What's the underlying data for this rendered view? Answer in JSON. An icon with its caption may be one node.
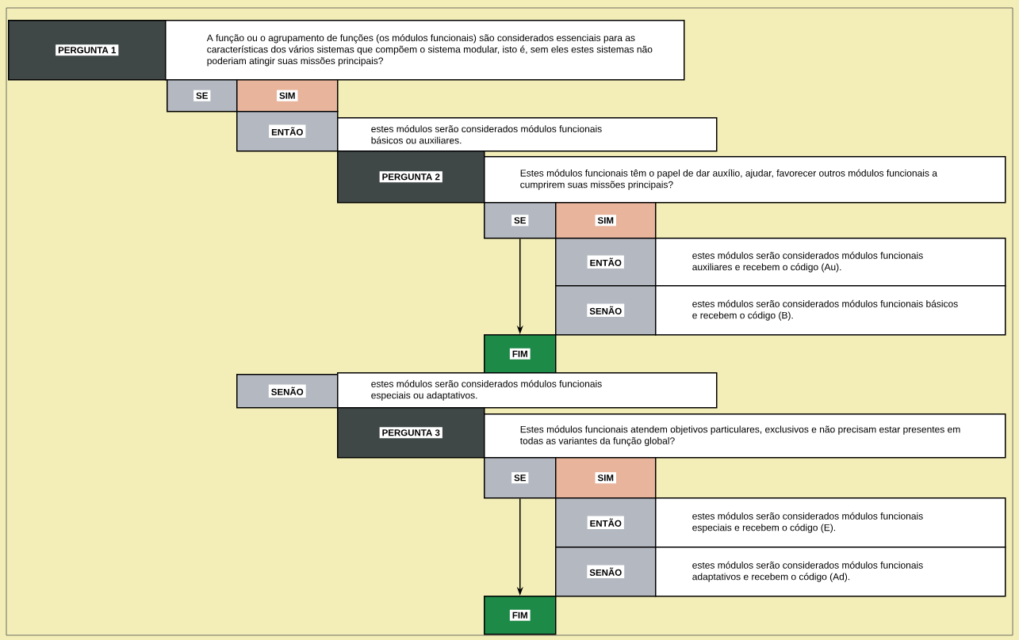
{
  "diagram": {
    "nodes": [
      {
        "text": [
          "PERGUNTA 1"
        ]
      },
      {
        "text": [
          "A função ou o agrupamento de funções (os módulos funcionais) são considerados essenciais para as características dos vários sistemas que compõem o sistema modular, isto é, sem eles estes sistemas não poderiam atingir suas missões principais?"
        ]
      },
      {
        "text": [
          "SE"
        ]
      },
      {
        "text": [
          "SIM"
        ]
      },
      {
        "text": [
          "ENTÃO"
        ]
      },
      {
        "text": [
          "estes módulos serão considerados módulos funcionais básicos ou auxiliares."
        ]
      },
      {
        "text": [
          "PERGUNTA 2"
        ]
      },
      {
        "text": [
          "Estes módulos funcionais têm o papel de dar auxílio, ajudar, favorecer outros módulos funcionais a cumprirem suas missões principais?"
        ]
      },
      {
        "text": [
          "SE"
        ]
      },
      {
        "text": [
          "SIM"
        ]
      },
      {
        "text": [
          "ENTÃO"
        ]
      },
      {
        "text": [
          "estes módulos serão considerados módulos funcionais auxiliares e recebem o código (Au)."
        ]
      },
      {
        "text": [
          "SENÃO"
        ]
      },
      {
        "text": [
          "estes módulos serão considerados módulos funcionais básicos e recebem o código (B)."
        ]
      },
      {
        "text": [
          "FIM"
        ]
      },
      {
        "text": [
          "SENÃO"
        ]
      },
      {
        "text": [
          "estes módulos serão considerados módulos funcionais especiais ou adaptativos."
        ]
      },
      {
        "text": [
          "PERGUNTA 3"
        ]
      },
      {
        "text": [
          "Estes módulos funcionais atendem objetivos particulares, exclusivos e não precisam estar presentes em todas as variantes da função global?"
        ]
      },
      {
        "text": [
          "SE"
        ]
      },
      {
        "text": [
          "SIM"
        ]
      },
      {
        "text": [
          "ENTÃO"
        ]
      },
      {
        "text": [
          "estes módulos serão considerados módulos funcionais especiais e recebem o código (E)."
        ]
      },
      {
        "text": [
          "SENÃO"
        ]
      },
      {
        "text": [
          "estes módulos serão considerados módulos funcionais adaptativos e recebem o código (Ad)."
        ]
      },
      {
        "text": [
          "FIM"
        ]
      }
    ],
    "edges": [
      {
        "from": 8,
        "to": 14,
        "arrow": "to"
      },
      {
        "from": 19,
        "to": 25,
        "arrow": "to"
      }
    ]
  }
}
